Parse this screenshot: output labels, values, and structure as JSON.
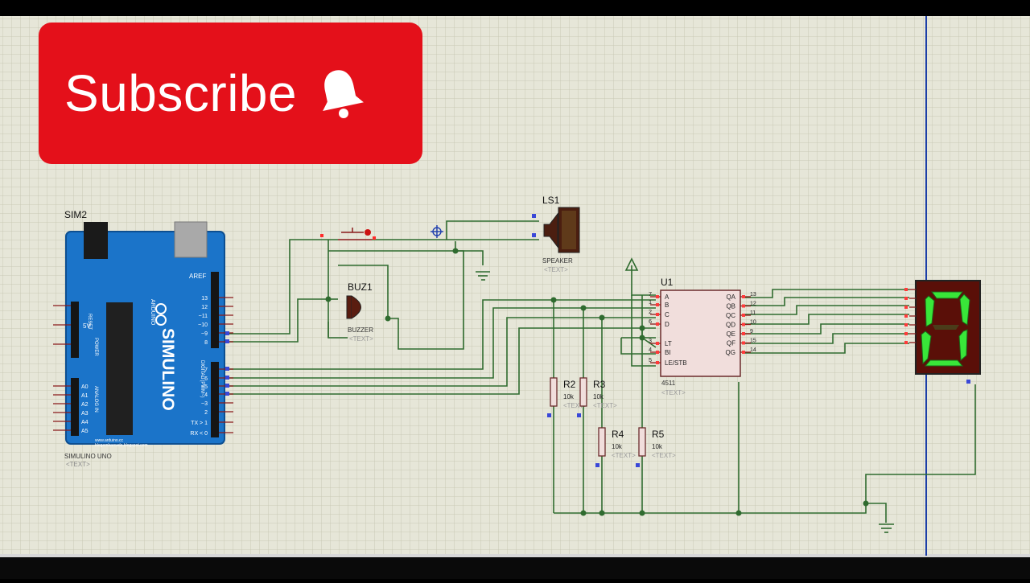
{
  "banner": {
    "label": "Subscribe",
    "icon": "bell-icon",
    "color": "#e4101a"
  },
  "arduino": {
    "ref": "SIM2",
    "name": "SIMULINO UNO",
    "text": "<TEXT>",
    "logo": "SIMULINO",
    "logo_sub": "ARDUINO",
    "url1": "www.arduino.cc",
    "url2": "blogembarcado.blogspot.com",
    "pin_aref": "AREF",
    "digital_pins": [
      "13",
      "12",
      "~11",
      "~10",
      "~9",
      "8",
      "7",
      "~6",
      "~5",
      "4",
      "~3",
      "2",
      "TX > 1",
      "RX < 0"
    ],
    "analog_pins": [
      "A0",
      "A1",
      "A2",
      "A3",
      "A4",
      "A5"
    ],
    "power_label": "POWER",
    "analog_label": "ANALOG IN",
    "digital_label": "DIGITAL (PWM~)",
    "v5": "5V",
    "reset": "RESET"
  },
  "speaker": {
    "ref": "LS1",
    "type": "SPEAKER",
    "text": "<TEXT>"
  },
  "buzzer": {
    "ref": "BUZ1",
    "type": "BUZZER",
    "text": "<TEXT>"
  },
  "decoder": {
    "ref": "U1",
    "part": "4511",
    "text": "<TEXT>",
    "left_pins": [
      {
        "num": "7",
        "name": "A"
      },
      {
        "num": "1",
        "name": "B"
      },
      {
        "num": "2",
        "name": "C"
      },
      {
        "num": "6",
        "name": "D"
      },
      {
        "num": "3",
        "name": "LT"
      },
      {
        "num": "4",
        "name": "BI"
      },
      {
        "num": "5",
        "name": "LE/STB"
      }
    ],
    "right_pins": [
      {
        "num": "13",
        "name": "QA"
      },
      {
        "num": "12",
        "name": "QB"
      },
      {
        "num": "11",
        "name": "QC"
      },
      {
        "num": "10",
        "name": "QD"
      },
      {
        "num": "9",
        "name": "QE"
      },
      {
        "num": "15",
        "name": "QF"
      },
      {
        "num": "14",
        "name": "QG"
      }
    ]
  },
  "resistors": [
    {
      "ref": "R2",
      "value": "10k",
      "text": "<TEXT>"
    },
    {
      "ref": "R3",
      "value": "10k",
      "text": "<TEXT>"
    },
    {
      "ref": "R4",
      "value": "10k",
      "text": "<TEXT>"
    },
    {
      "ref": "R5",
      "value": "10k",
      "text": "<TEXT>"
    }
  ],
  "display": {
    "digit": "0",
    "color": "#39e639"
  },
  "colors": {
    "grid_bg": "#e6e6d8",
    "wire": "#2f6b2f",
    "board": "#1b74c9"
  }
}
